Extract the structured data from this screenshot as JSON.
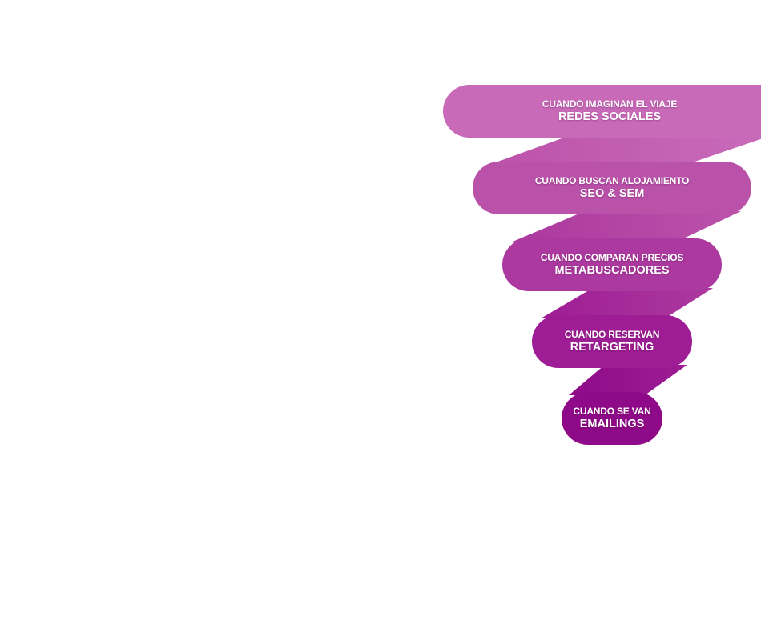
{
  "diagram": {
    "type": "funnel",
    "stages": [
      {
        "moment": "CUANDO IMAGINAN EL VIAJE",
        "channel": "REDES SOCIALES",
        "color": "#c96ab9"
      },
      {
        "moment": "CUANDO BUSCAN ALOJAMIENTO",
        "channel": "SEO & SEM",
        "color": "#bb52aa"
      },
      {
        "moment": "CUANDO COMPARAN PRECIOS",
        "channel": "METABUSCADORES",
        "color": "#ac399f"
      },
      {
        "moment": "CUANDO RESERVAN",
        "channel": "RETARGETING",
        "color": "#9e1d94"
      },
      {
        "moment": "CUANDO SE VAN",
        "channel": "EMAILINGS",
        "color": "#8f0a88"
      }
    ]
  }
}
